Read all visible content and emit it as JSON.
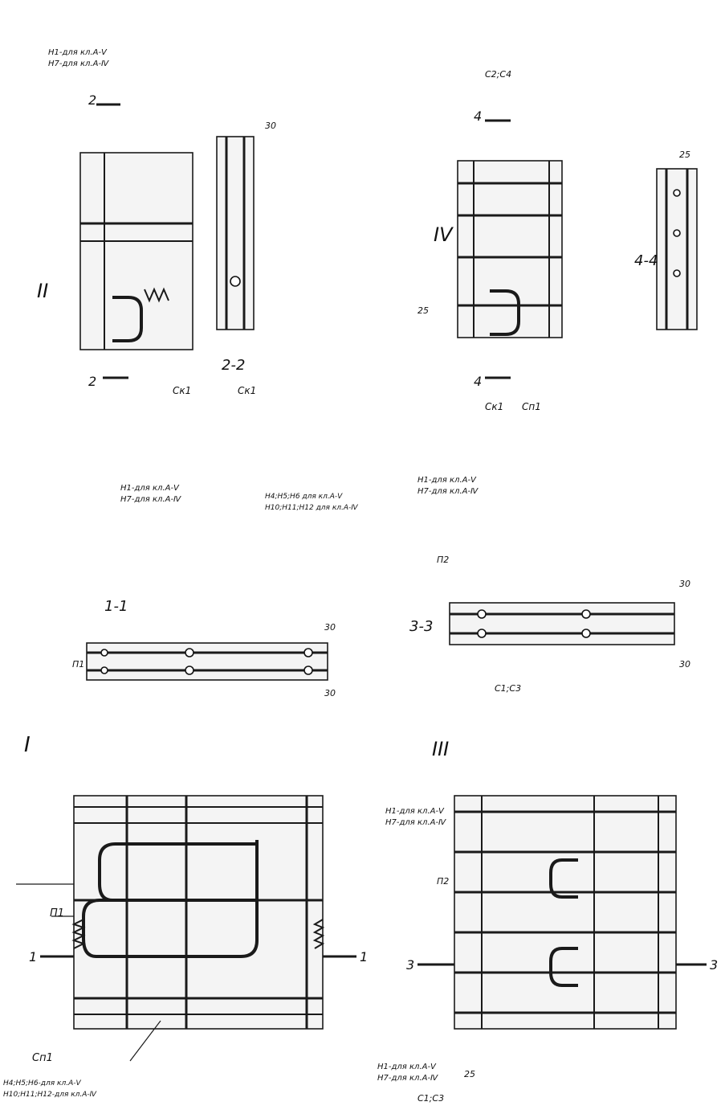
{
  "labels": {
    "roman_1": "I",
    "roman_2": "II",
    "roman_3": "III",
    "roman_4": "IV",
    "sec_1_1": "1-1",
    "sec_2_2": "2-2",
    "sec_3_3": "3-3",
    "sec_4_4": "4-4",
    "mark_1": "1",
    "mark_2": "2",
    "mark_3": "3",
    "mark_4": "4",
    "h1_kl_a5": "Н1-для кл.А-Ⅴ",
    "h7_kl_a4": "Н7-для кл.А-Ⅳ",
    "h4h5h6_a5_long": "Н4;Н5;Н6-для кл.А-Ⅴ",
    "h10h11h12_a4_long": "Н10;Н11;Н12-для кл.А-Ⅳ",
    "h4h5h6_a5_short": "Н4;Н5;Н6 для кл.А-Ⅴ",
    "h10h11h12_a4_short": "Н10;Н11;Н12 для кл.А-Ⅳ",
    "p1": "П1",
    "p2": "П2",
    "sp1": "Сп1",
    "sk1": "Ск1",
    "c1c3": "С1;С3",
    "c2c4": "С2;С4",
    "dim_30": "30",
    "dim_25": "25"
  }
}
